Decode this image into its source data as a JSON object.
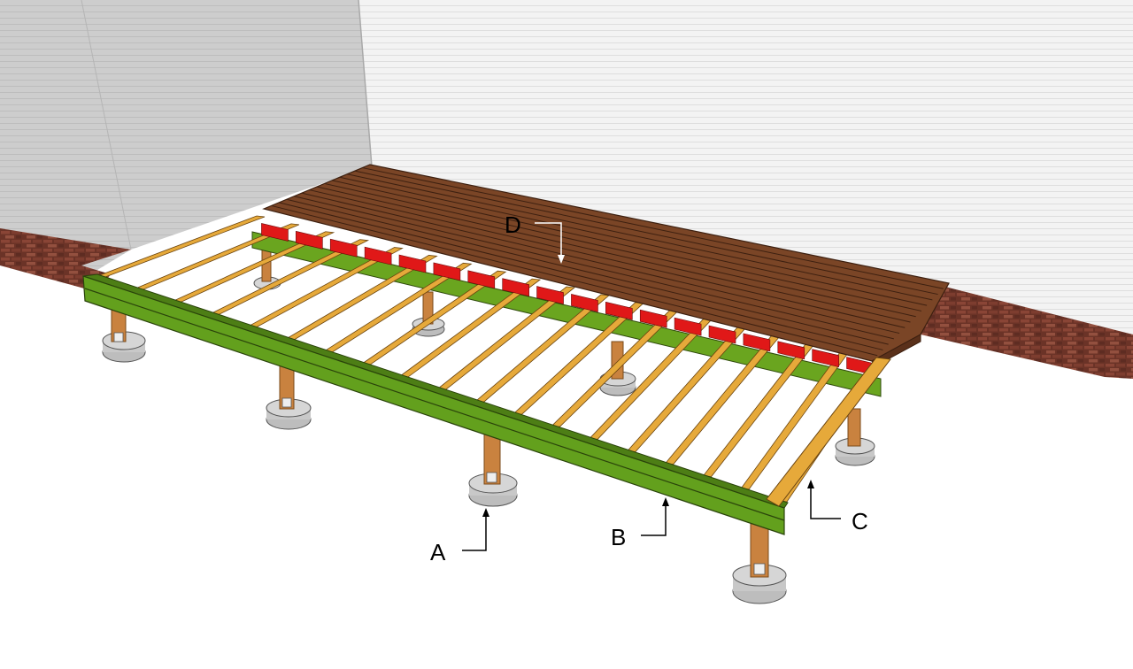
{
  "labels": {
    "a": "A",
    "b": "B",
    "c": "C",
    "d": "D"
  },
  "colors": {
    "wall_light": "#f1f1f1",
    "wall_shadow": "#c9c9c9",
    "brick": "#7a3a2e",
    "ground": "#ffffff",
    "decking": "#7a4526",
    "joist": "#e6a93a",
    "rim_beam": "#5f9a1a",
    "blocking": "#e01818",
    "post": "#c9823f",
    "footing": "#c8c8c8",
    "leader": "#000000"
  }
}
